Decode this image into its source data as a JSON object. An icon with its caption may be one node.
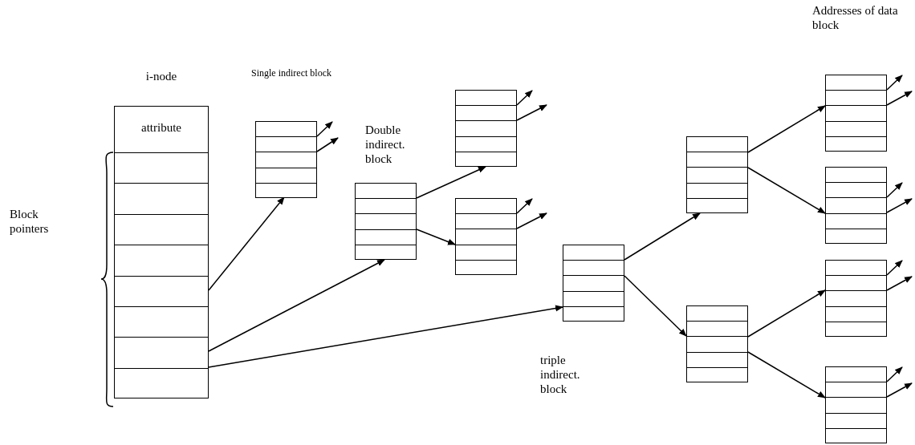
{
  "diagram": {
    "nodes": [
      {
        "text": [
          "i-node",
          "attribute"
        ]
      },
      {
        "text": [
          "Single indirect block"
        ]
      },
      {
        "text": [
          "Double indirect. block"
        ]
      },
      {
        "text": [],
        "shape": "box"
      },
      {
        "text": [],
        "shape": "box"
      },
      {
        "text": [
          "triple indirect. block"
        ]
      },
      {
        "text": [],
        "shape": "box"
      },
      {
        "text": [],
        "shape": "box"
      },
      {
        "text": [],
        "shape": "box"
      },
      {
        "text": [],
        "shape": "box"
      },
      {
        "text": [],
        "shape": "box"
      },
      {
        "text": [],
        "shape": "box"
      }
    ],
    "edges": [
      {
        "from": 0,
        "to": 1,
        "arrow": "to"
      },
      {
        "from": 0,
        "to": 2,
        "arrow": "to"
      },
      {
        "from": 0,
        "to": 5,
        "arrow": "to"
      },
      {
        "from": 2,
        "to": 3,
        "arrow": "to"
      },
      {
        "from": 2,
        "to": 4,
        "arrow": "to"
      },
      {
        "from": 5,
        "to": 6,
        "arrow": "to"
      },
      {
        "from": 5,
        "to": 7,
        "arrow": "to"
      },
      {
        "from": 6,
        "to": 8,
        "arrow": "to"
      },
      {
        "from": 6,
        "to": 9,
        "arrow": "to"
      },
      {
        "from": 7,
        "to": 10,
        "arrow": "to"
      },
      {
        "from": 7,
        "to": 11,
        "arrow": "to"
      },
      {
        "from": 1,
        "to": null,
        "arrow": "to"
      },
      {
        "from": 1,
        "to": null,
        "arrow": "to"
      },
      {
        "from": 3,
        "to": null,
        "arrow": "to"
      },
      {
        "from": 3,
        "to": null,
        "arrow": "to"
      },
      {
        "from": 4,
        "to": null,
        "arrow": "to"
      },
      {
        "from": 4,
        "to": null,
        "arrow": "to"
      },
      {
        "from": 8,
        "to": null,
        "arrow": "to"
      },
      {
        "from": 8,
        "to": null,
        "arrow": "to"
      },
      {
        "from": 9,
        "to": null,
        "arrow": "to"
      },
      {
        "from": 9,
        "to": null,
        "arrow": "to"
      },
      {
        "from": 10,
        "to": null,
        "arrow": "to"
      },
      {
        "from": 10,
        "to": null,
        "arrow": "to"
      },
      {
        "from": 11,
        "to": null,
        "arrow": "to"
      },
      {
        "from": 11,
        "to": null,
        "arrow": "to"
      }
    ],
    "labels": [
      "Block pointers",
      "Addresses of data block"
    ]
  }
}
